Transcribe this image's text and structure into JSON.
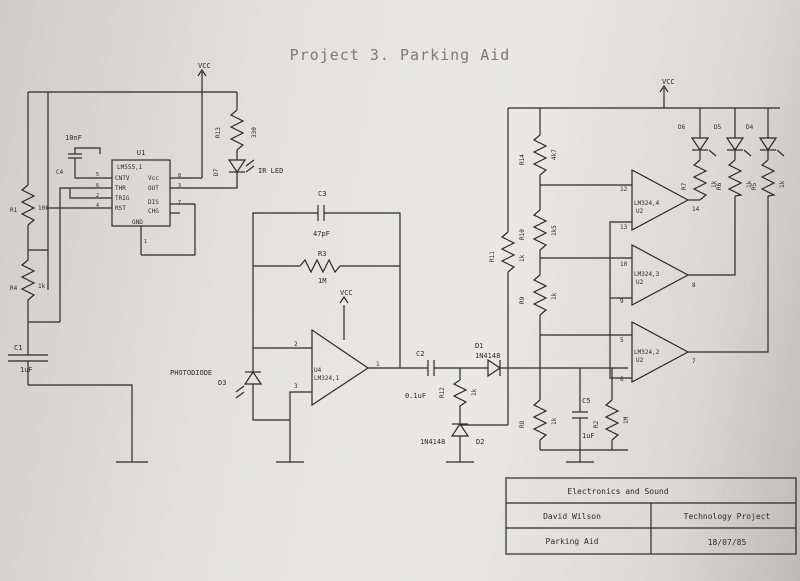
{
  "title": "Project 3. Parking Aid",
  "power": {
    "vcc": "VCC"
  },
  "timer": {
    "ref": "U1",
    "part": "LM555,1",
    "pins": [
      "CNTV",
      "THR",
      "TRIG",
      "RST",
      "Vcc",
      "OUT",
      "DIS",
      "CHG",
      "GND"
    ],
    "pin_numbers": [
      "5",
      "6",
      "2",
      "4",
      "8",
      "3",
      "7",
      "1"
    ]
  },
  "components": {
    "c4": {
      "ref": "C4",
      "value": "10nF"
    },
    "r1": {
      "ref": "R1",
      "value": "10k"
    },
    "r4": {
      "ref": "R4",
      "value": "1k"
    },
    "c1": {
      "ref": "C1",
      "value": "1uF"
    },
    "r13": {
      "ref": "R13",
      "value": "330"
    },
    "d7": {
      "ref": "D7",
      "value": "IR LED"
    },
    "c3": {
      "ref": "C3",
      "value": "47pF"
    },
    "r3": {
      "ref": "R3",
      "value": "1M"
    },
    "d3": {
      "ref": "D3",
      "value": "PHOTODIODE"
    },
    "u4": {
      "ref": "U4",
      "part": "LM324,1"
    },
    "c2": {
      "ref": "C2",
      "value": "0.1uF"
    },
    "d1": {
      "ref": "D1",
      "value": "1N4148"
    },
    "r12": {
      "ref": "R12",
      "value": "1k"
    },
    "d2": {
      "ref": "D2",
      "value": "1N4148"
    },
    "r11": {
      "ref": "R11",
      "value": "1k"
    },
    "r14": {
      "ref": "R14",
      "value": "4k7"
    },
    "r10": {
      "ref": "R10",
      "value": "1k5"
    },
    "r9": {
      "ref": "R9",
      "value": "1k"
    },
    "r8": {
      "ref": "R8",
      "value": "1k"
    },
    "c5": {
      "ref": "C5",
      "value": "1uF"
    },
    "r2": {
      "ref": "R2",
      "value": "1M"
    },
    "u2a": {
      "ref": "U2",
      "part": "LM324,4"
    },
    "u2b": {
      "ref": "U2",
      "part": "LM324,3"
    },
    "u2c": {
      "ref": "U2",
      "part": "LM324,2"
    },
    "d6": {
      "ref": "D6"
    },
    "d5": {
      "ref": "D5"
    },
    "d4": {
      "ref": "D4"
    },
    "r7": {
      "ref": "R7",
      "value": "1k"
    },
    "r6": {
      "ref": "R6",
      "value": "1k"
    },
    "r5": {
      "ref": "R5",
      "value": "1k"
    }
  },
  "opamp_pins": {
    "u4": [
      "2",
      "3",
      "1"
    ],
    "u2a": [
      "12",
      "13",
      "14"
    ],
    "u2b": [
      "10",
      "9",
      "8"
    ],
    "u2c": [
      "5",
      "6",
      "7"
    ]
  },
  "title_block": {
    "organisation": "Electronics and Sound",
    "author": "David Wilson",
    "course": "Technology Project",
    "project": "Parking Aid",
    "date": "18/07/85"
  }
}
